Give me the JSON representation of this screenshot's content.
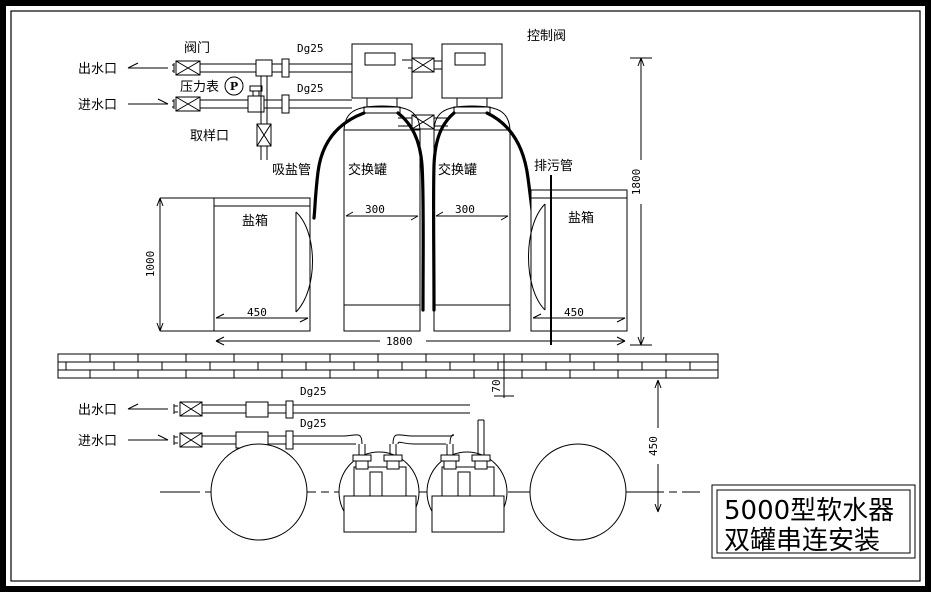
{
  "drawing": {
    "title_block": {
      "line1": "5000型软水器",
      "line2": "双罐串连安装"
    },
    "labels": {
      "control_valve": "控制阀",
      "valve": "阀门",
      "pressure_gauge": "压力表",
      "sampling_port": "取样口",
      "outlet_top": "出水口",
      "inlet_top": "进水口",
      "outlet_bottom": "出水口",
      "inlet_bottom": "进水口",
      "salt_suction_pipe": "吸盐管",
      "drain_pipe": "排污管",
      "exchange_tank_left": "交换罐",
      "exchange_tank_right": "交换罐",
      "salt_box_left": "盐箱",
      "salt_box_right": "盐箱",
      "gauge_symbol": "P"
    },
    "pipe_specs": {
      "dg_top_outlet": "Dg25",
      "dg_top_inlet": "Dg25",
      "dg_bottom_outlet": "Dg25",
      "dg_bottom_inlet": "Dg25"
    },
    "dimensions": {
      "salt_box_height": "1000",
      "salt_box_width_left": "450",
      "salt_box_width_right": "450",
      "exchange_tank_width_left": "300",
      "exchange_tank_width_right": "300",
      "overall_width": "1800",
      "overall_height": "1800",
      "floor_thickness": "70",
      "plan_depth": "450"
    },
    "colors": {
      "line": "#000000",
      "background": "#ffffff"
    }
  }
}
